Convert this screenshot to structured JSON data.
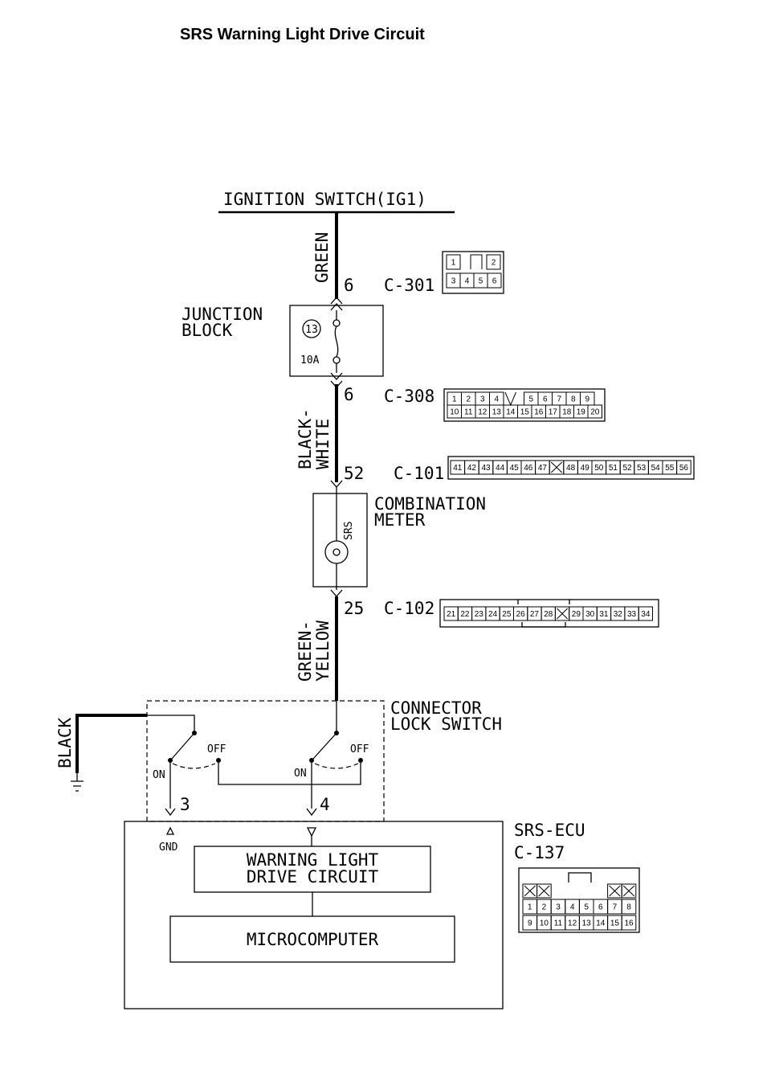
{
  "title": "SRS Warning Light Drive Circuit",
  "ignition_switch": "IGNITION SWITCH(IG1)",
  "wires": {
    "green": "GREEN",
    "black_white": [
      "BLACK-",
      "WHITE"
    ],
    "green_yellow": [
      "GREEN-",
      "YELLOW"
    ],
    "black": "BLACK"
  },
  "junction_block": {
    "label": [
      "JUNCTION",
      "BLOCK"
    ],
    "fuse_number": "13",
    "fuse_rating": "10A"
  },
  "combination_meter": {
    "label": [
      "COMBINATION",
      "METER"
    ],
    "lamp": "SRS"
  },
  "connector_lock_switch": {
    "label": [
      "CONNECTOR",
      "LOCK SWITCH"
    ],
    "on": "ON",
    "off": "OFF"
  },
  "srs_ecu": {
    "label": "SRS-ECU",
    "connector": "C-137",
    "gnd": "GND",
    "warning_light": [
      "WARNING LIGHT",
      "DRIVE CIRCUIT"
    ],
    "microcomputer": "MICROCOMPUTER"
  },
  "pins": {
    "c301_pin": "6",
    "c308_pin": "6",
    "c101_pin": "52",
    "c102_pin": "25",
    "ecu_pin_gnd": "3",
    "ecu_pin_signal": "4"
  },
  "connectors": {
    "c301": {
      "name": "C-301",
      "rows": [
        [
          "1",
          "",
          "2"
        ],
        [
          "3",
          "4",
          "5",
          "6"
        ]
      ]
    },
    "c308": {
      "name": "C-308",
      "rows": [
        [
          "1",
          "2",
          "3",
          "4",
          "",
          "5",
          "6",
          "7",
          "8",
          "9"
        ],
        [
          "10",
          "11",
          "12",
          "13",
          "14",
          "15",
          "16",
          "17",
          "18",
          "19",
          "20"
        ]
      ]
    },
    "c101": {
      "name": "C-101",
      "cells": [
        "41",
        "42",
        "43",
        "44",
        "45",
        "46",
        "47",
        "",
        "48",
        "49",
        "50",
        "51",
        "52",
        "53",
        "54",
        "55",
        "56"
      ]
    },
    "c102": {
      "name": "C-102",
      "cells": [
        "21",
        "22",
        "23",
        "24",
        "25",
        "26",
        "27",
        "28",
        "",
        "29",
        "30",
        "31",
        "32",
        "33",
        "34"
      ]
    },
    "c137": {
      "rows": [
        [
          "1",
          "2",
          "3",
          "4",
          "5",
          "6",
          "7",
          "8"
        ],
        [
          "9",
          "10",
          "11",
          "12",
          "13",
          "14",
          "15",
          "16"
        ]
      ]
    }
  }
}
